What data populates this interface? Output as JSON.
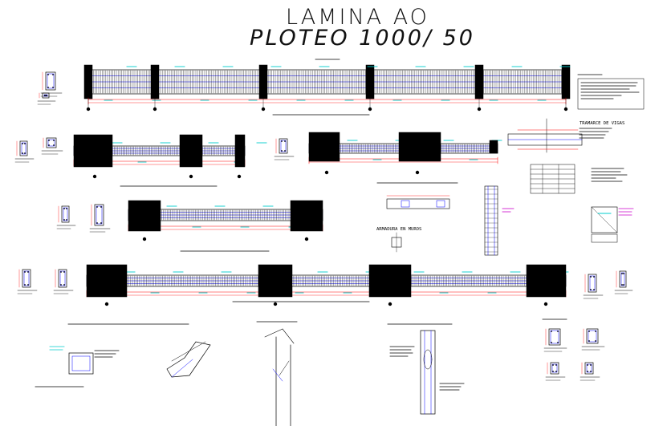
{
  "sheet": {
    "title_line1": "LAMINA AO",
    "title_line2": "PLOTEO 1000/ 50",
    "label_section_beam": "TRAMARCE DE VIGAS",
    "label_detail": "ARMADURA EN MUROS",
    "colors": {
      "ink": "#000000",
      "rebar": "#0000ff",
      "dimension": "#ff0000",
      "annotation": "#00cccc",
      "accent": "#cc00cc"
    }
  }
}
